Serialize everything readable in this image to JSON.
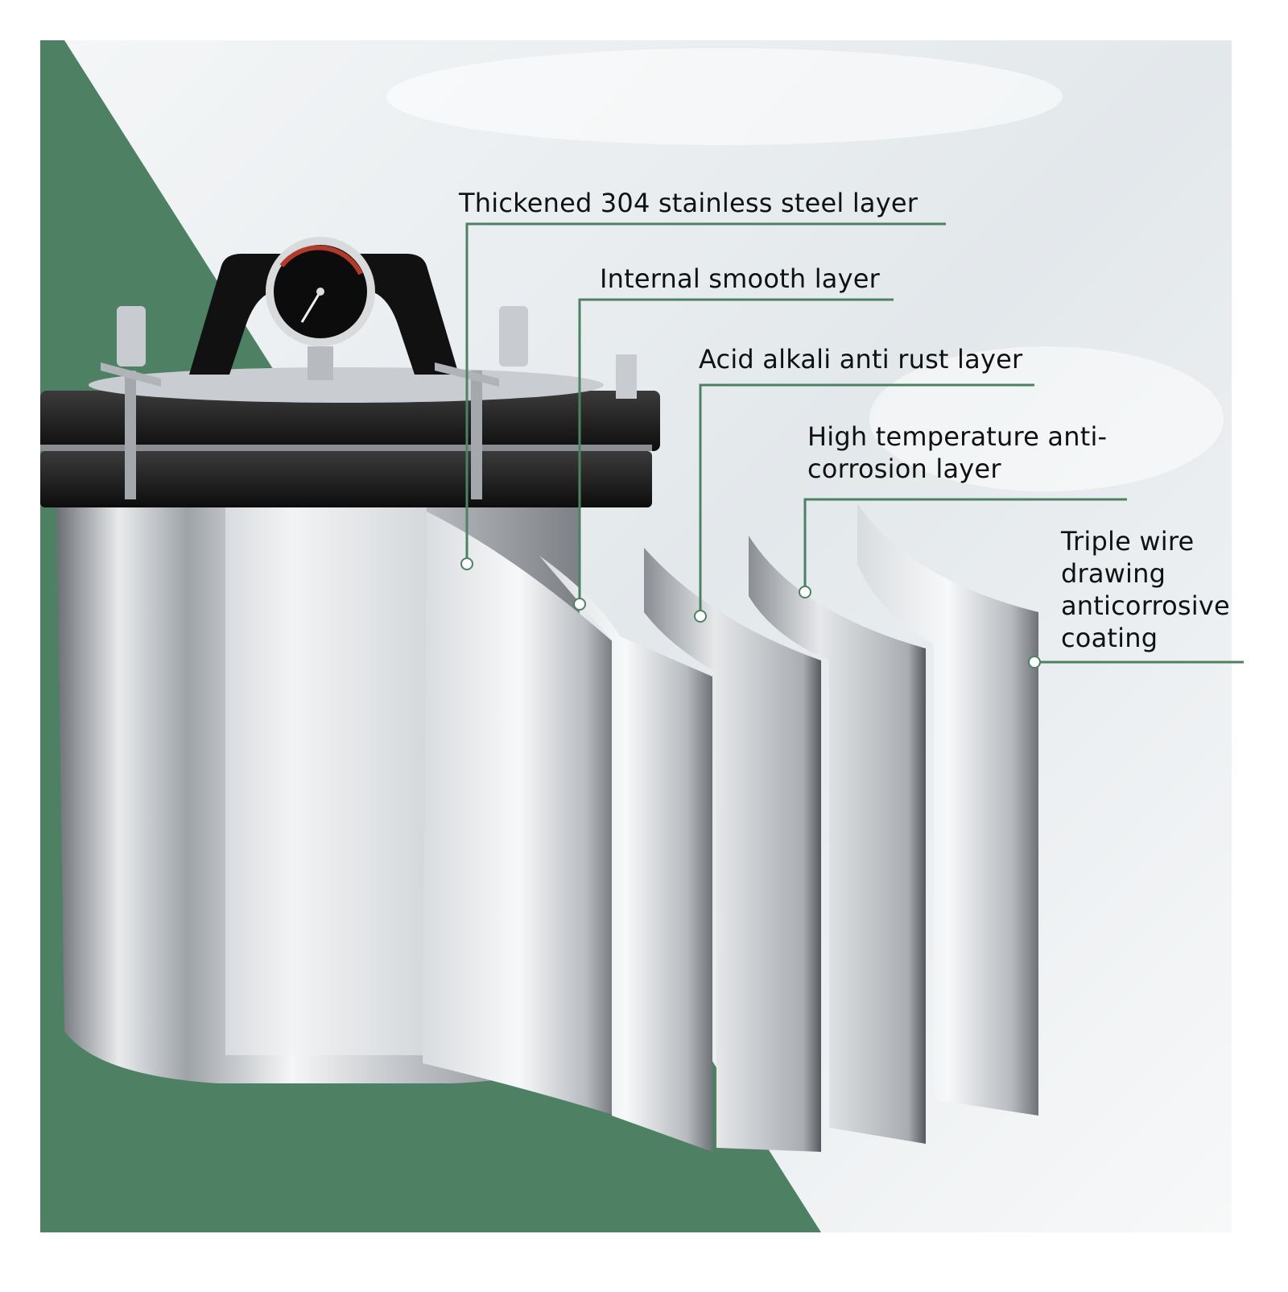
{
  "background": {
    "accent_color": "#4e8163",
    "sky_color": "#e6ecef",
    "frame_color": "#ffffff"
  },
  "product": {
    "name_icon": "pressure-sterilizer-icon",
    "gauge_icon": "pressure-gauge-icon",
    "body_metal_color": "#c9ccd0",
    "lid_color": "#151515"
  },
  "callouts": [
    {
      "id": "thickened",
      "label": "Thickened 304 stainless steel layer"
    },
    {
      "id": "internal",
      "label": "Internal smooth layer"
    },
    {
      "id": "acid",
      "label": "Acid alkali anti rust layer"
    },
    {
      "id": "hightemp",
      "lines": [
        "High temperature anti-",
        "corrosion layer"
      ]
    },
    {
      "id": "triple",
      "lines": [
        "Triple wire",
        "drawing",
        "anticorrosive",
        "coating"
      ]
    }
  ],
  "leader_color": "#4e8163"
}
